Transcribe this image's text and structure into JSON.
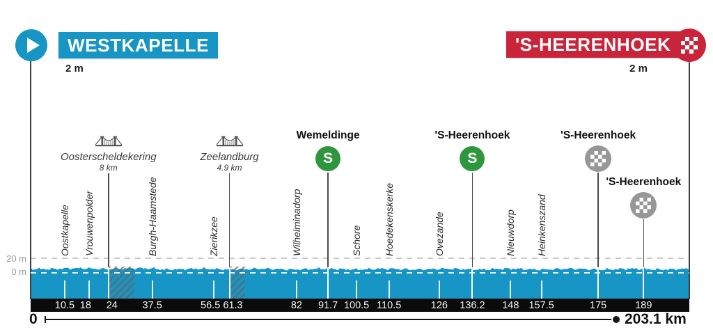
{
  "header": {
    "start": {
      "name": "WESTKAPELLE",
      "elevation": "2 m"
    },
    "finish": {
      "name": "'S-HEERENHOEK",
      "elevation": "2 m"
    }
  },
  "axis": {
    "y_top": "20 m",
    "y_zero": "0 m"
  },
  "scale": {
    "start": "0",
    "end": "203.1 km"
  },
  "colors": {
    "blue": "#1795c5",
    "red": "#c92439",
    "green": "#2e963c",
    "gray": "#979797",
    "bar_black": "#0b0b0b"
  },
  "icons": {
    "start": "play-icon",
    "finish": "checkered-flag-icon",
    "bridge": "suspension-bridge-icon",
    "sprint": "sprint-s-icon",
    "finish_pass": "checkered-lap-icon"
  },
  "chart_data": {
    "type": "area",
    "title": "Westkapelle - 'S-Heerenhoek stage profile",
    "xlabel": "km",
    "ylabel": "m",
    "x_range": [
      0,
      203.1
    ],
    "ylim": [
      0,
      20
    ],
    "y_gridlines_m": [
      0,
      20
    ],
    "total_distance_km": 203.1,
    "start_elevation_m": 2,
    "finish_elevation_m": 2,
    "elevation_profile": [
      {
        "km": 0,
        "m": 2
      },
      {
        "km": 24,
        "m": 3
      },
      {
        "km": 32,
        "m": 3
      },
      {
        "km": 61.3,
        "m": 3
      },
      {
        "km": 66.2,
        "m": 3
      },
      {
        "km": 100,
        "m": 1
      },
      {
        "km": 150,
        "m": 1
      },
      {
        "km": 203.1,
        "m": 2
      }
    ],
    "km_ticks": [
      10.5,
      18,
      24,
      37.5,
      56.5,
      61.3,
      82,
      91.7,
      100.5,
      110.5,
      126,
      136.2,
      148,
      157.5,
      175,
      189
    ],
    "towns": [
      {
        "name": "Oostkapelle",
        "km": 10.5
      },
      {
        "name": "Vrouwenpolder",
        "km": 18
      },
      {
        "name": "Burgh-Haamstede",
        "km": 37.5
      },
      {
        "name": "Zierikzee",
        "km": 56.5
      },
      {
        "name": "Wilhelminadorp",
        "km": 82
      },
      {
        "name": "Schore",
        "km": 100.5
      },
      {
        "name": "Hoedekenskerke",
        "km": 110.5
      },
      {
        "name": "Ovezande",
        "km": 126
      },
      {
        "name": "Nieuwdorp",
        "km": 148
      },
      {
        "name": "Heinkenszand",
        "km": 157.5
      }
    ],
    "bridges": [
      {
        "name": "Oosterscheldekering",
        "km": 24,
        "length_label": "8 km",
        "span_km": [
          24,
          32
        ]
      },
      {
        "name": "Zeelandburg",
        "km": 61.3,
        "length_label": "4.9 km",
        "span_km": [
          61.3,
          66.2
        ]
      }
    ],
    "sprints": [
      {
        "name": "Wemeldinge",
        "km": 91.7
      },
      {
        "name": "'S-Heerenhoek",
        "km": 136.2
      }
    ],
    "finish_passes": [
      {
        "name": "'S-Heerenhoek",
        "km": 175
      },
      {
        "name": "'S-Heerenhoek",
        "km": 189
      }
    ]
  }
}
